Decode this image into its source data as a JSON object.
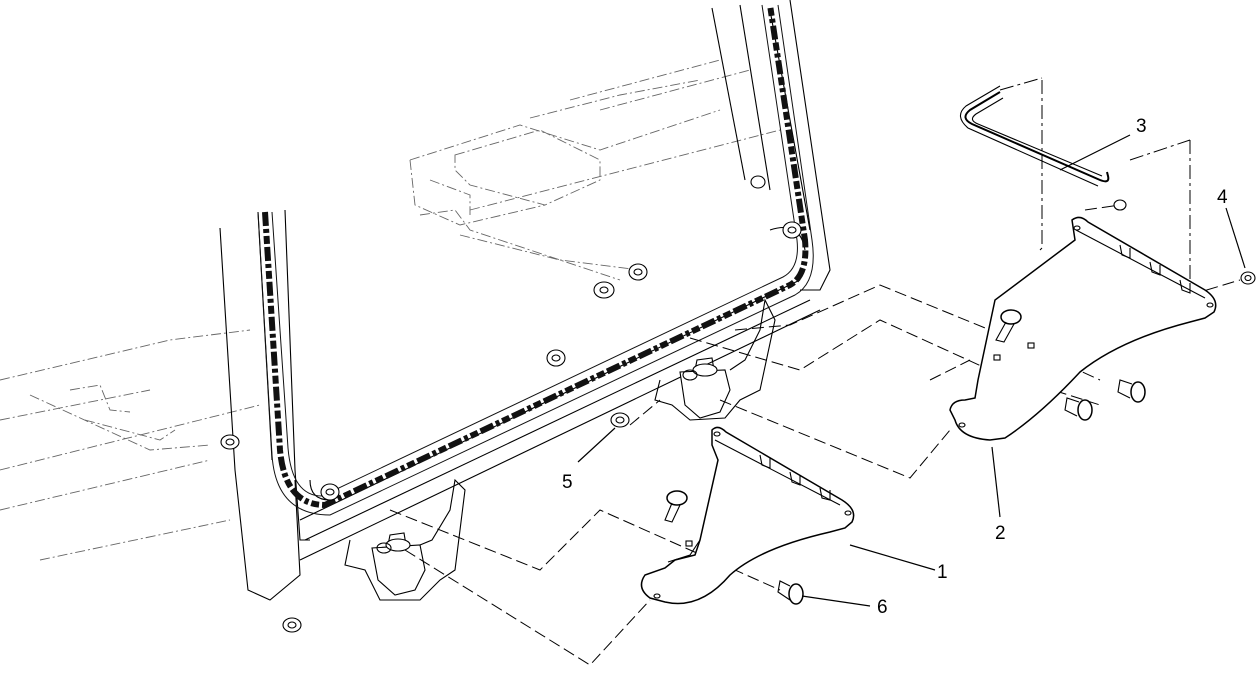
{
  "callouts": [
    {
      "id": "1",
      "label": "1"
    },
    {
      "id": "2",
      "label": "2"
    },
    {
      "id": "3",
      "label": "3"
    },
    {
      "id": "4",
      "label": "4"
    },
    {
      "id": "5",
      "label": "5"
    },
    {
      "id": "6",
      "label": "6"
    }
  ],
  "colors": {
    "line": "#000000",
    "background": "#ffffff",
    "phantom": "#666666"
  }
}
